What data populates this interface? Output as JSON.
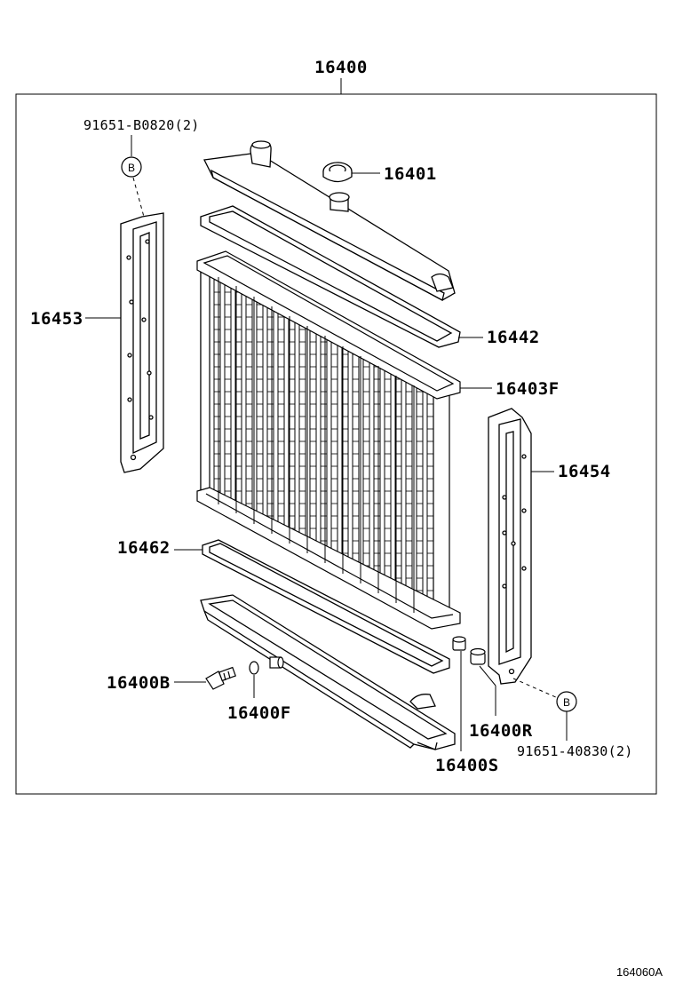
{
  "diagram": {
    "assembly_part": "16400",
    "drawing_code": "164060A",
    "callout_letter": "B",
    "parts": {
      "p16401": "16401",
      "p16442": "16442",
      "p16403F": "16403F",
      "p16453": "16453",
      "p16454": "16454",
      "p16462": "16462",
      "p16400B": "16400B",
      "p16400F": "16400F",
      "p16400R": "16400R",
      "p16400S": "16400S",
      "bolt_top": "91651-B0820(2)",
      "bolt_bottom": "91651-40830(2)"
    }
  }
}
